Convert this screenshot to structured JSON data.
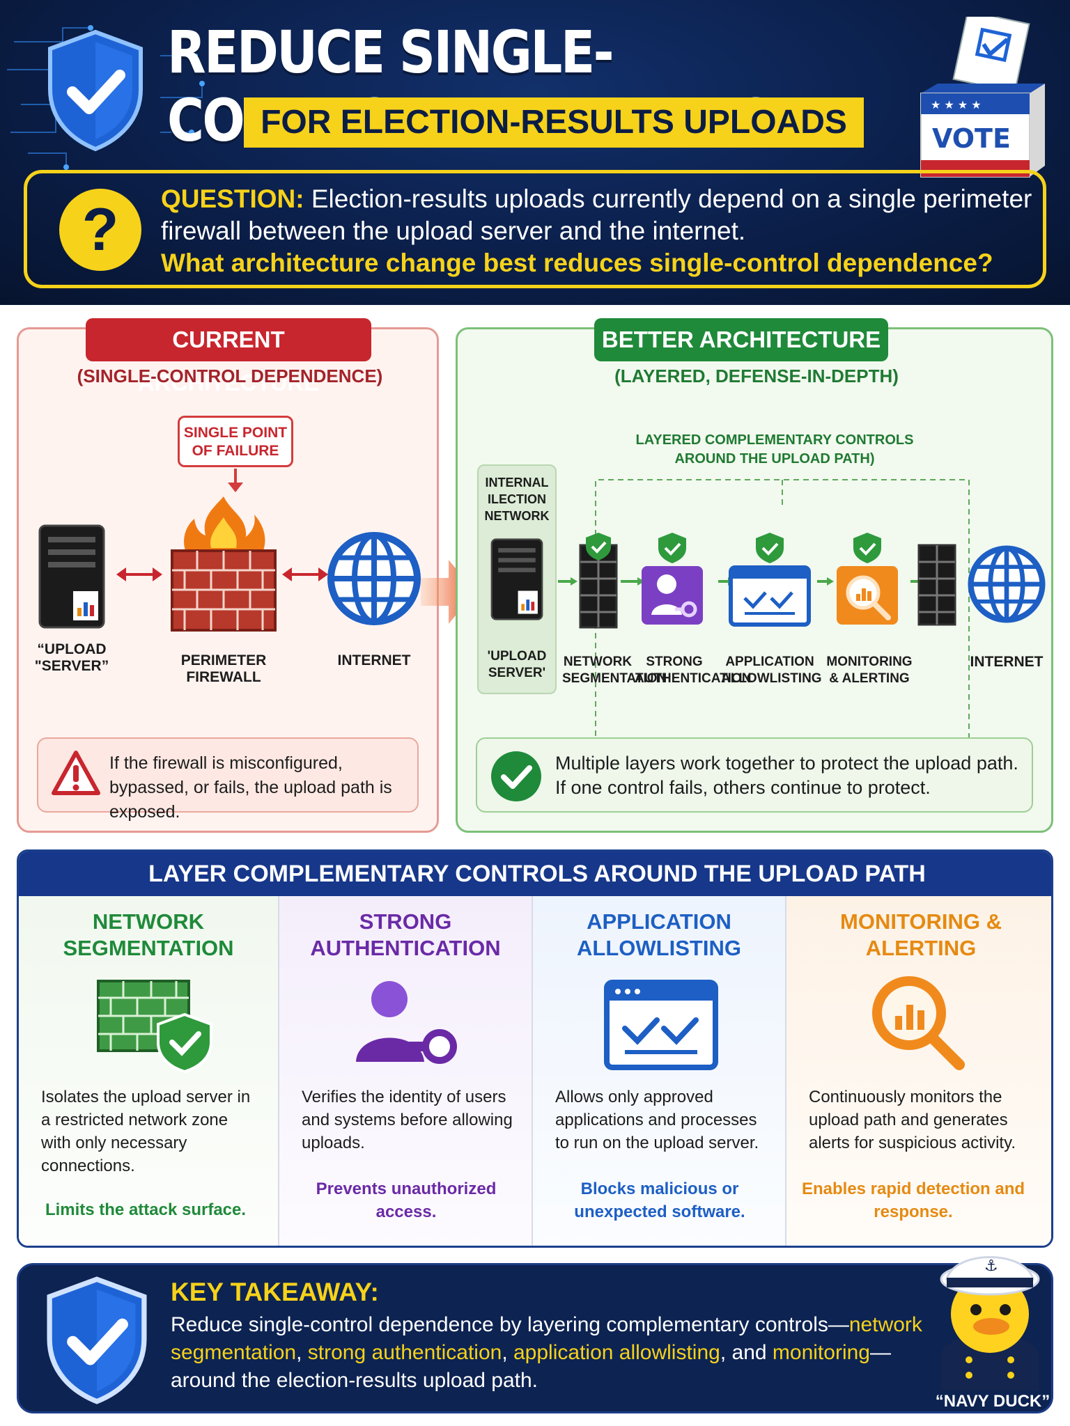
{
  "header": {
    "title": "REDUCE SINGLE-CONTROL DEPENDENCE",
    "subtitle": "FOR ELECTION-RESULTS UPLOADS",
    "question_label": "QUESTION:",
    "question_text": "Election-results uploads currently depend on a single perimeter firewall between the upload server and the internet.",
    "question_ask": "What architecture change best reduces single-control dependence?",
    "vote_label": "VOTE"
  },
  "current": {
    "tag": "CURRENT ARCHITECTURE",
    "subtag": "(SINGLE-CONTROL DEPENDENCE)",
    "spof": "SINGLE POINT OF FAILURE",
    "server_label": "“UPLOAD \"SERVER”",
    "firewall_label": "PERIMETER FIREWALL",
    "internet_label": "INTERNET",
    "warning": "If the firewall is misconfigured, bypassed, or fails, the upload path is exposed."
  },
  "better": {
    "tag": "BETTER ARCHITECTURE",
    "subtag": "(LAYERED, DEFENSE-IN-DEPTH)",
    "layered_title": "LAYERED COMPLEMENTARY CONTROLS AROUND THE UPLOAD PATH)",
    "internal_net": "INTERNAL ILECTION NETWORK",
    "server_label": "'UPLOAD SERVER'",
    "labels": [
      "NETWORK SEGMENTATION",
      "STRONG AUTHENTICATION",
      "APPLICATION ALLOWLISTING",
      "MONITORING & ALERTING"
    ],
    "internet_label": "INTERNET",
    "ok": "Multiple layers work together to protect the upload path. If one control fails, others continue to protect."
  },
  "controls": {
    "heading": "LAYER COMPLEMENTARY CONTROLS AROUND THE UPLOAD PATH",
    "items": [
      {
        "title": "NETWORK SEGMENTATION",
        "desc": "Isolates the upload server in a restricted network zone with only necessary connections.",
        "note": "Limits the attack surface.",
        "color": "#1f8a3a",
        "icon": "segmented-firewall-icon"
      },
      {
        "title": "STRONG AUTHENTICATION",
        "desc": "Verifies the identity of users and systems before allowing uploads.",
        "note": "Prevents unauthorized access.",
        "color": "#6a2aa6",
        "icon": "user-key-icon"
      },
      {
        "title": "APPLICATION ALLOWLISTING",
        "desc": "Allows only approved applications and processes to run on the upload server.",
        "note": "Blocks malicious or unexpected software.",
        "color": "#1d5fc4",
        "icon": "app-window-check-icon"
      },
      {
        "title": "MONITORING & ALERTING",
        "desc": "Continuously monitors the upload path and generates alerts for suspicious activity.",
        "note": "Enables rapid detection and response.",
        "color": "#e58a12",
        "icon": "magnifier-chart-icon"
      }
    ]
  },
  "takeaway": {
    "heading": "KEY TAKEAWAY:",
    "text_1": "Reduce single-control dependence by layering complementary controls—",
    "hl_1": "network segmentation",
    "sep_1": ", ",
    "hl_2": "strong authentication",
    "sep_2": ", ",
    "hl_3": "application allowlisting",
    "sep_3": ", and ",
    "hl_4": "monitoring",
    "text_2": "—around the election-results upload path.",
    "mascot": "“NAVY DUCK”"
  },
  "colors": {
    "navy": "#0b1f4a",
    "yellow": "#f6d21a",
    "red": "#c8262e",
    "green": "#1f8a3a",
    "purple": "#6a2aa6",
    "blue": "#1d5fc4",
    "orange": "#e58a12"
  }
}
